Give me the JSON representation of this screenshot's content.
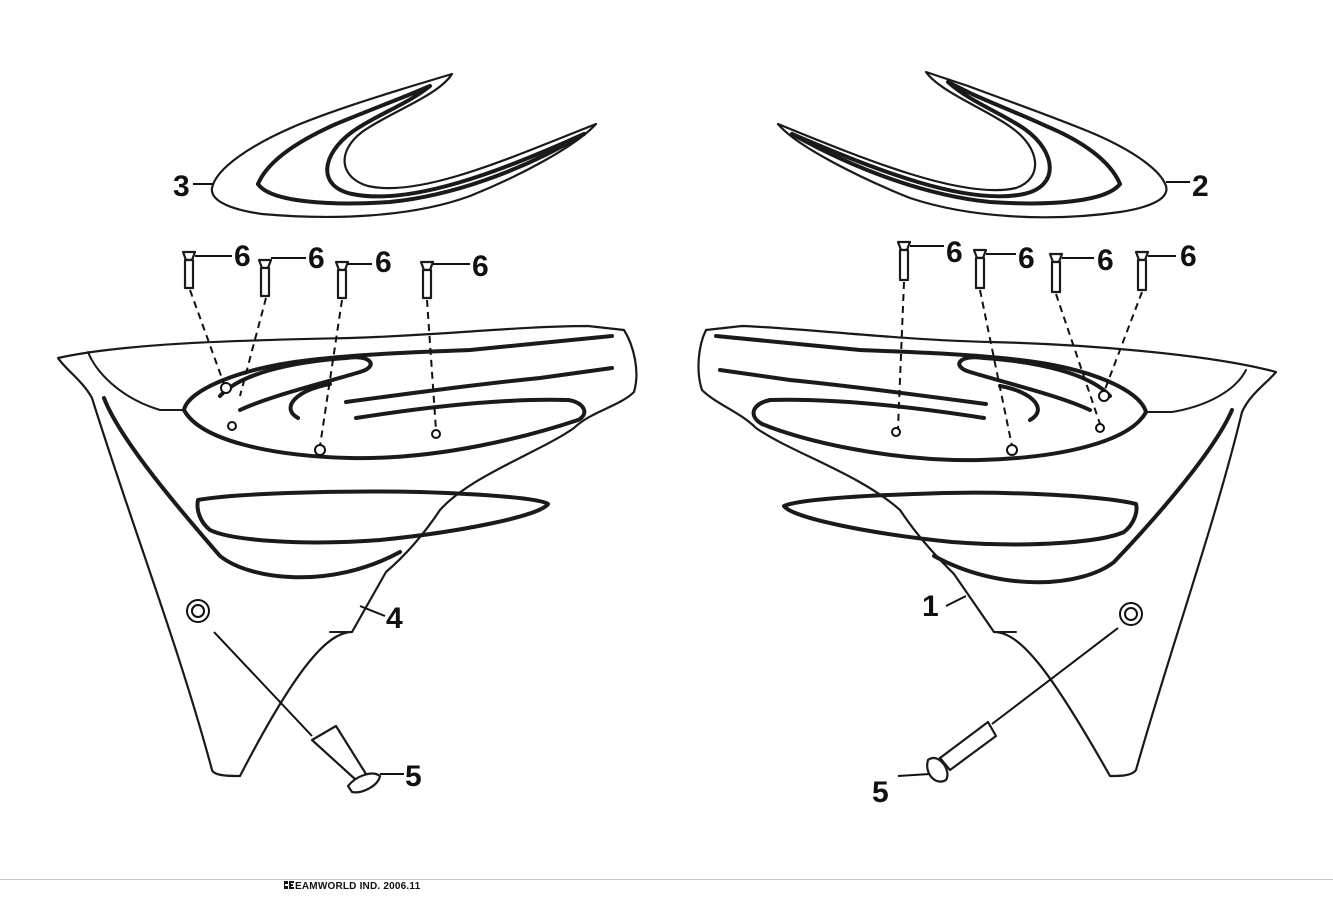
{
  "diagram": {
    "parts": [
      {
        "callout": "1",
        "kind": "side-cover-right"
      },
      {
        "callout": "2",
        "kind": "trim-strip-right"
      },
      {
        "callout": "3",
        "kind": "trim-strip-left"
      },
      {
        "callout": "4",
        "kind": "side-cover-left"
      },
      {
        "callout": "5",
        "kind": "screw"
      },
      {
        "callout": "6",
        "kind": "screw"
      }
    ],
    "labels": {
      "left_trim": "3",
      "right_trim": "2",
      "left_cover": "4",
      "right_cover": "1",
      "left_bolt": "5",
      "right_bolt": "5",
      "left_screws": [
        "6",
        "6",
        "6",
        "6"
      ],
      "right_screws": [
        "6",
        "6",
        "6",
        "6"
      ]
    }
  },
  "footer": {
    "text": "EAMWORLD IND. 2006.11"
  },
  "colors": {
    "line": "#1a1a1a",
    "background": "#ffffff"
  }
}
